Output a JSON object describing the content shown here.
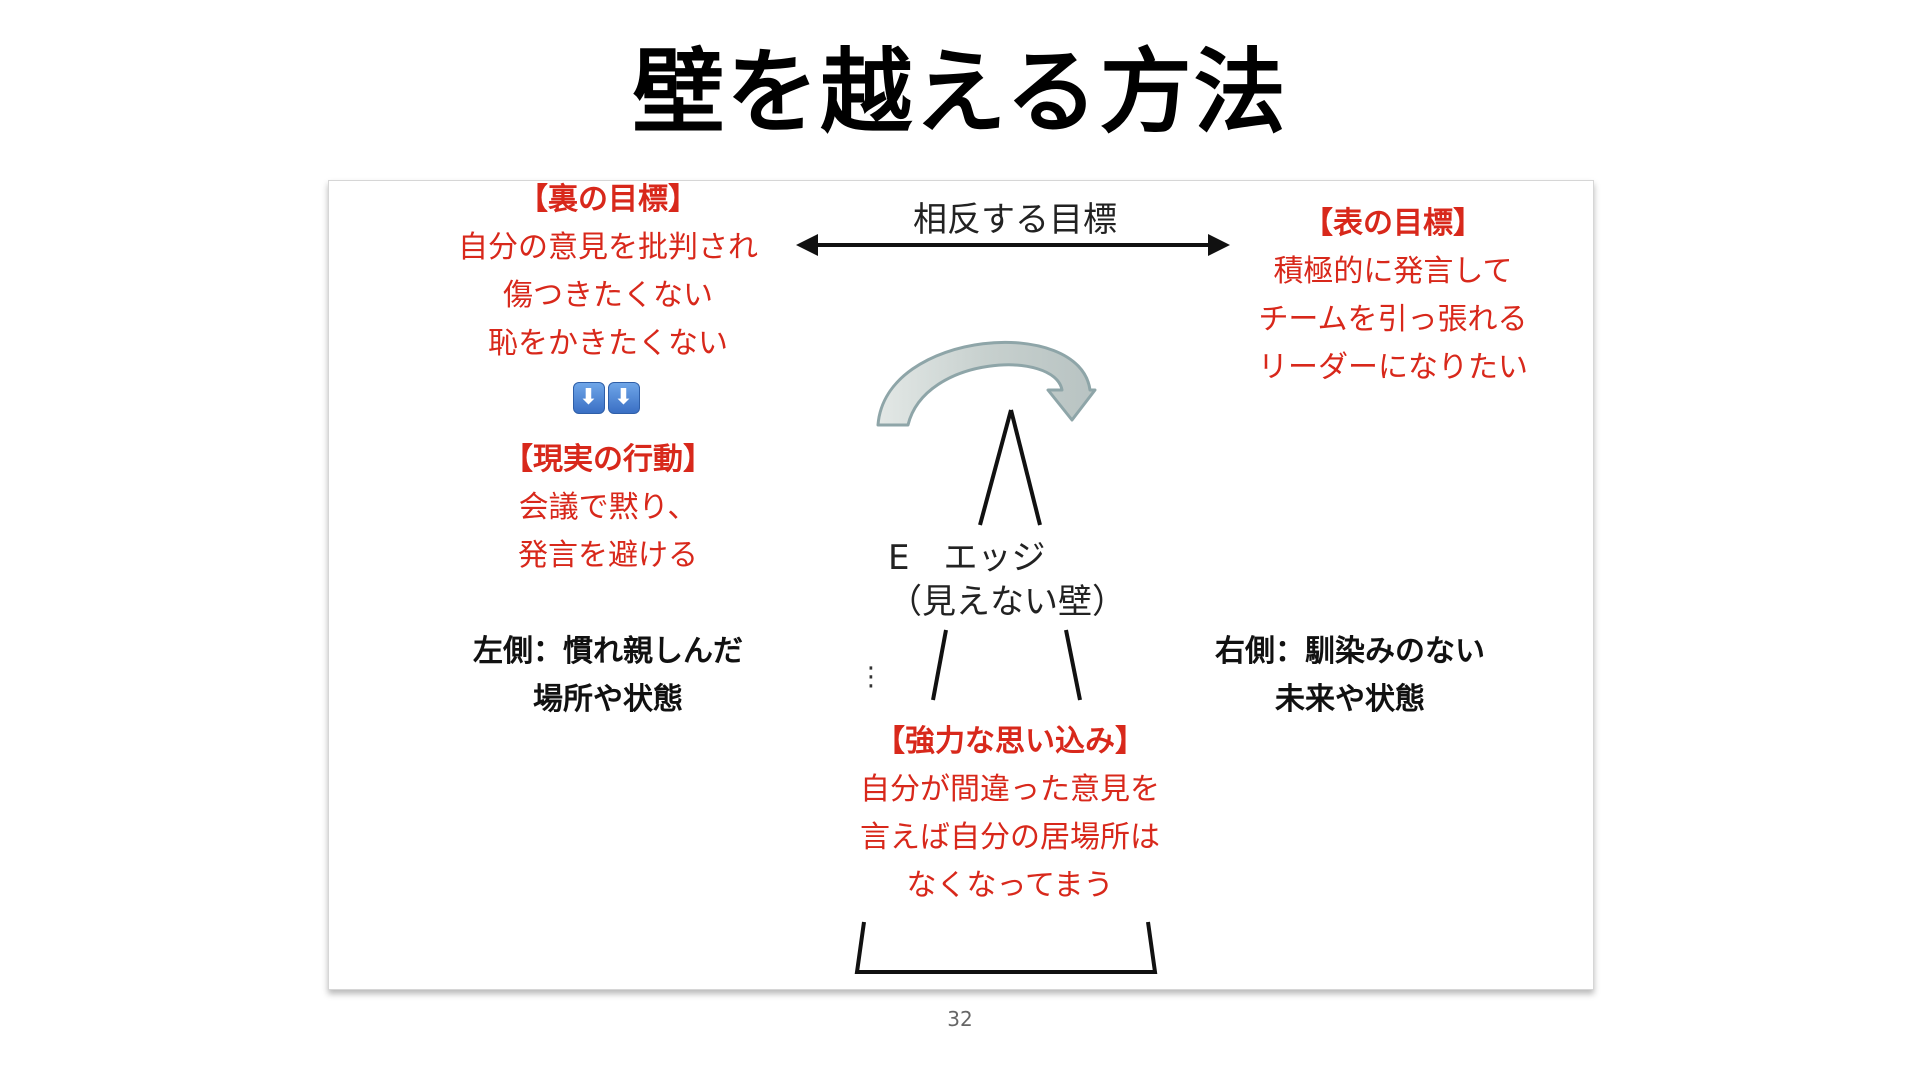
{
  "slide": {
    "title": "壁を越える方法",
    "page_number": "32"
  },
  "diagram": {
    "top_arrow_label": "相反する目標",
    "edge_label_line1": "E　エッジ",
    "edge_label_line2": "（見えない壁）",
    "fragment_mark": "⋮"
  },
  "hidden_goal": {
    "heading": "【裏の目標】",
    "lines": [
      "自分の意見を批判され",
      "傷つきたくない",
      "恥をかきたくない"
    ]
  },
  "down_arrows": {
    "icon": "down-arrow-button-icon",
    "glyph": "⬇"
  },
  "actual_action": {
    "heading": "【現実の行動】",
    "lines": [
      "会議で黙り、",
      "発言を避ける"
    ]
  },
  "surface_goal": {
    "heading": "【表の目標】",
    "lines": [
      "積極的に発言して",
      "チームを引っ張れる",
      "リーダーになりたい"
    ]
  },
  "left_side": {
    "lines": [
      "左側：慣れ親しんだ",
      "場所や状態"
    ]
  },
  "right_side": {
    "lines": [
      "右側：馴染みのない",
      "未来や状態"
    ]
  },
  "strong_belief": {
    "heading": "【強力な思い込み】",
    "lines": [
      "自分が間違った意見を",
      "言えば自分の居場所は",
      "なくなってまう"
    ]
  },
  "colors": {
    "accent_red": "#d8281b",
    "curved_arrow_fill": "#c9d3d1",
    "curved_arrow_stroke": "#8ea5a8",
    "line_color": "#111111"
  }
}
